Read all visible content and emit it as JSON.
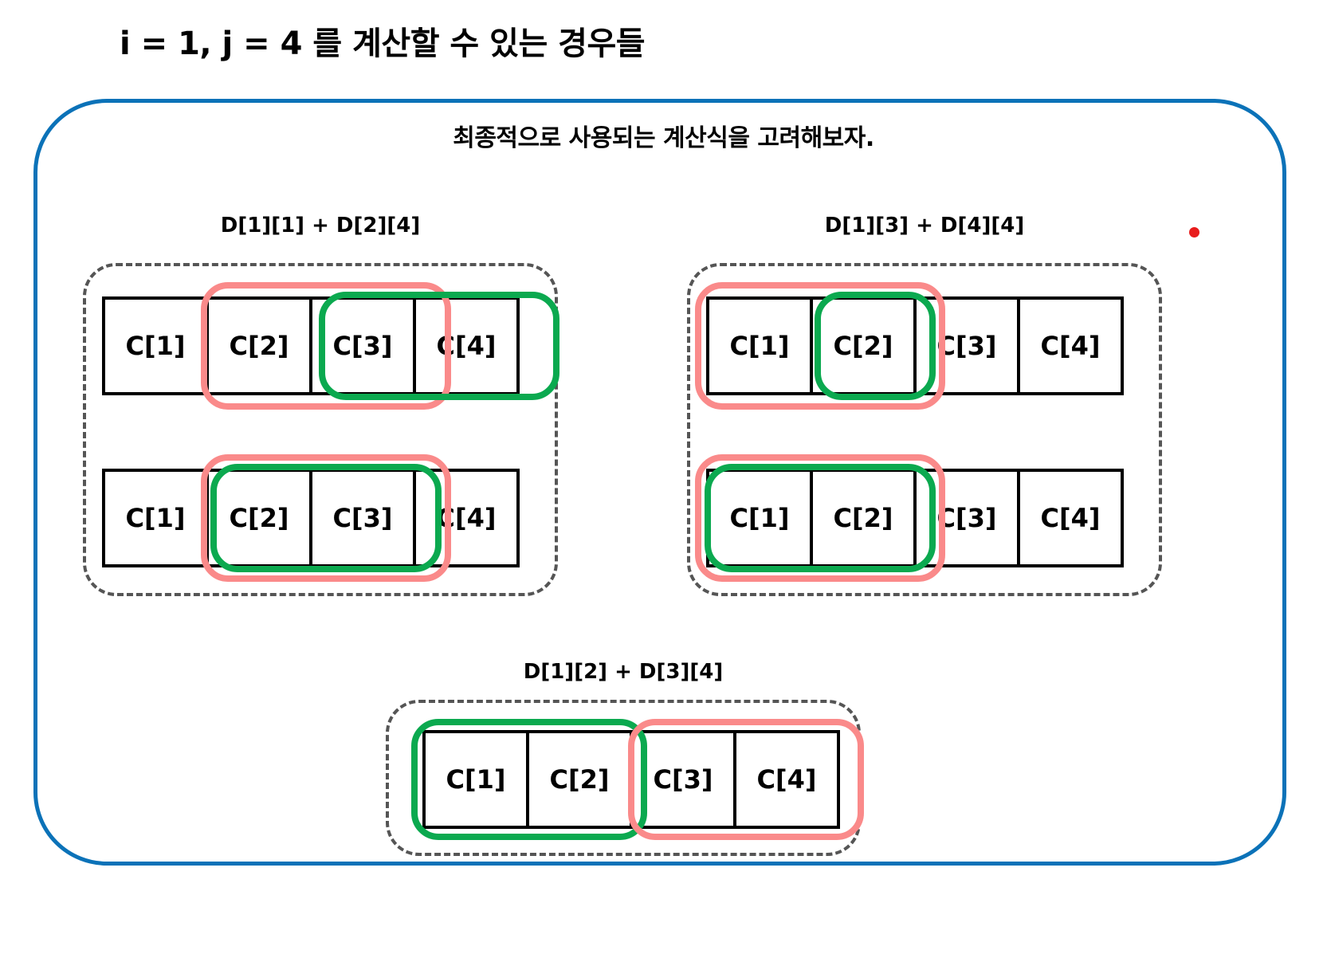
{
  "page": {
    "title": "i = 1, j = 4 를 계산할 수 있는 경우들",
    "subtitle": "최종적으로 사용되는 계산식을 고려해보자."
  },
  "colors": {
    "frame_blue": "#0B72B8",
    "highlight_pink": "#FA8A8A",
    "highlight_green": "#0BA94F",
    "group_dashed": "#555555",
    "cell_border": "#000000",
    "dot_red": "#E81C1C"
  },
  "cells": {
    "c1": "C[1]",
    "c2": "C[2]",
    "c3": "C[3]",
    "c4": "C[4]"
  },
  "cases": [
    {
      "id": "case-d11-d24",
      "label": "D[1][1] + D[2][4]",
      "rows": [
        {
          "cells": [
            "C[1]",
            "C[2]",
            "C[3]",
            "C[4]"
          ],
          "pink_span": [
            2,
            4
          ],
          "green_span": [
            3,
            4
          ]
        },
        {
          "cells": [
            "C[1]",
            "C[2]",
            "C[3]",
            "C[4]"
          ],
          "pink_span": [
            2,
            4
          ],
          "green_span": [
            2,
            3
          ]
        }
      ]
    },
    {
      "id": "case-d13-d44",
      "label": "D[1][3] + D[4][4]",
      "rows": [
        {
          "cells": [
            "C[1]",
            "C[2]",
            "C[3]",
            "C[4]"
          ],
          "pink_span": [
            1,
            3
          ],
          "green_span": [
            2,
            3
          ]
        },
        {
          "cells": [
            "C[1]",
            "C[2]",
            "C[3]",
            "C[4]"
          ],
          "pink_span": [
            1,
            3
          ],
          "green_span": [
            1,
            2
          ]
        }
      ]
    },
    {
      "id": "case-d12-d34",
      "label": "D[1][2] + D[3][4]",
      "rows": [
        {
          "cells": [
            "C[1]",
            "C[2]",
            "C[3]",
            "C[4]"
          ],
          "green_span": [
            1,
            2
          ],
          "pink_span": [
            3,
            4
          ]
        }
      ]
    }
  ]
}
